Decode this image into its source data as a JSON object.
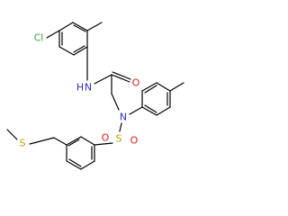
{
  "molecule": {
    "atoms": {
      "chlorine": {
        "symbol": "Cl",
        "color": "#3aa23a"
      },
      "amide_nitrogen": {
        "symbol": "N",
        "color": "#2c2cd6"
      },
      "amide_hydrogen": {
        "symbol": "H",
        "color": "#2c2cd6"
      },
      "carbonyl_oxygen": {
        "symbol": "O",
        "color": "#e01b1b"
      },
      "sulfonamide_nitrogen": {
        "symbol": "N",
        "color": "#2c2cd6"
      },
      "sulfonyl_sulfur": {
        "symbol": "S",
        "color": "#b8a000"
      },
      "sulfonyl_oxygen_left": {
        "symbol": "O",
        "color": "#e01b1b"
      },
      "sulfonyl_oxygen_right": {
        "symbol": "O",
        "color": "#e01b1b"
      },
      "thioether_sulfur": {
        "symbol": "S",
        "color": "#b8a000"
      }
    },
    "bond_color": "#000000"
  }
}
